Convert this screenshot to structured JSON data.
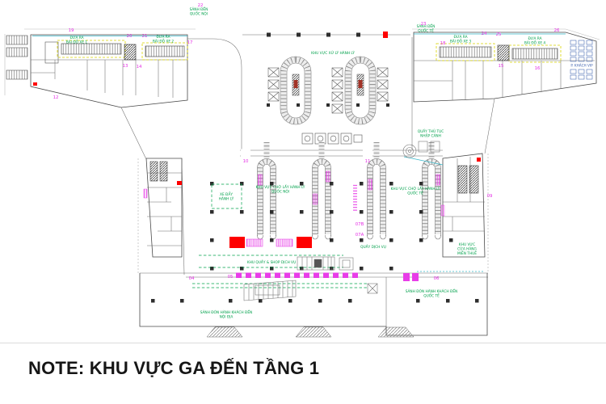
{
  "note": "NOTE: KHU VỰC GA ĐẾN TẦNG 1",
  "colors": {
    "area_label_green": "#00A14B",
    "door_number_magenta": "#E52EE5",
    "alert_red": "#FE0000",
    "guide_cyan": "#35B6C9",
    "zone_yellow": "#D9D400",
    "vip_blue": "#3A5FAE"
  },
  "plan": {
    "wing_left": {
      "hall_label": [
        "SẢNH ĐẾN",
        "QUỐC NỘI"
      ],
      "exit1": [
        "ĐƯA RA",
        "BÃI ĐỖ XE 1"
      ],
      "exit2": [
        "ĐƯA RA",
        "BÃI ĐỖ XE 2"
      ]
    },
    "wing_right": {
      "hall_label": [
        "SẢNH ĐẾN",
        "QUỐC TẾ"
      ],
      "exit3": [
        "ĐƯA RA",
        "BÃI ĐỖ XE 3"
      ],
      "exit4": [
        "ĐƯA RA",
        "BÃI ĐỖ XE 4"
      ],
      "vip": "P. KHÁCH VIP"
    },
    "center": {
      "handling": "KHU VỰC XỬ LÝ HÀNH LÝ",
      "claim_domestic": [
        "KHU VỰC CHỜ LẤY HÀNH LÝ",
        "QUỐC NỘI"
      ],
      "claim_intl": [
        "KHU VỰC CHỜ LẤY HÀNH LÝ",
        "QUỐC TẾ"
      ],
      "trolley": [
        "XE ĐẨY",
        "HÀNH LÝ"
      ],
      "immigration": [
        "QUẦY THỦ TỤC",
        "NHẬP CẢNH"
      ],
      "dutyfree": [
        "KHU VỰC",
        "CỬA HÀNG",
        "MIỄN THUẾ"
      ],
      "shops": "KHU QUẦY & SHOP DỊCH VỤ",
      "service_counter": "QUẦY DỊCH VỤ"
    },
    "halls": {
      "domestic": [
        "SẢNH ĐÓN HÀNH KHÁCH ĐẾN",
        "NỘI ĐỊA"
      ],
      "intl": [
        "SẢNH ĐÓN HÀNH KHÁCH ĐẾN",
        "QUỐC TẾ"
      ]
    },
    "numbers": {
      "n04": "04",
      "n05": "05",
      "n06": "06",
      "n07a": "07A",
      "n07b": "07B",
      "n09": "09",
      "n10": "10",
      "n11": "11",
      "n12": "12",
      "n13": "13",
      "n14": "14",
      "n15": "15",
      "n16": "16",
      "n17": "17",
      "n18": "18",
      "n19": "19",
      "n20": "20",
      "n21": "21",
      "n22": "22",
      "n23": "23",
      "n24": "24",
      "n25": "25",
      "n26": "26"
    }
  }
}
